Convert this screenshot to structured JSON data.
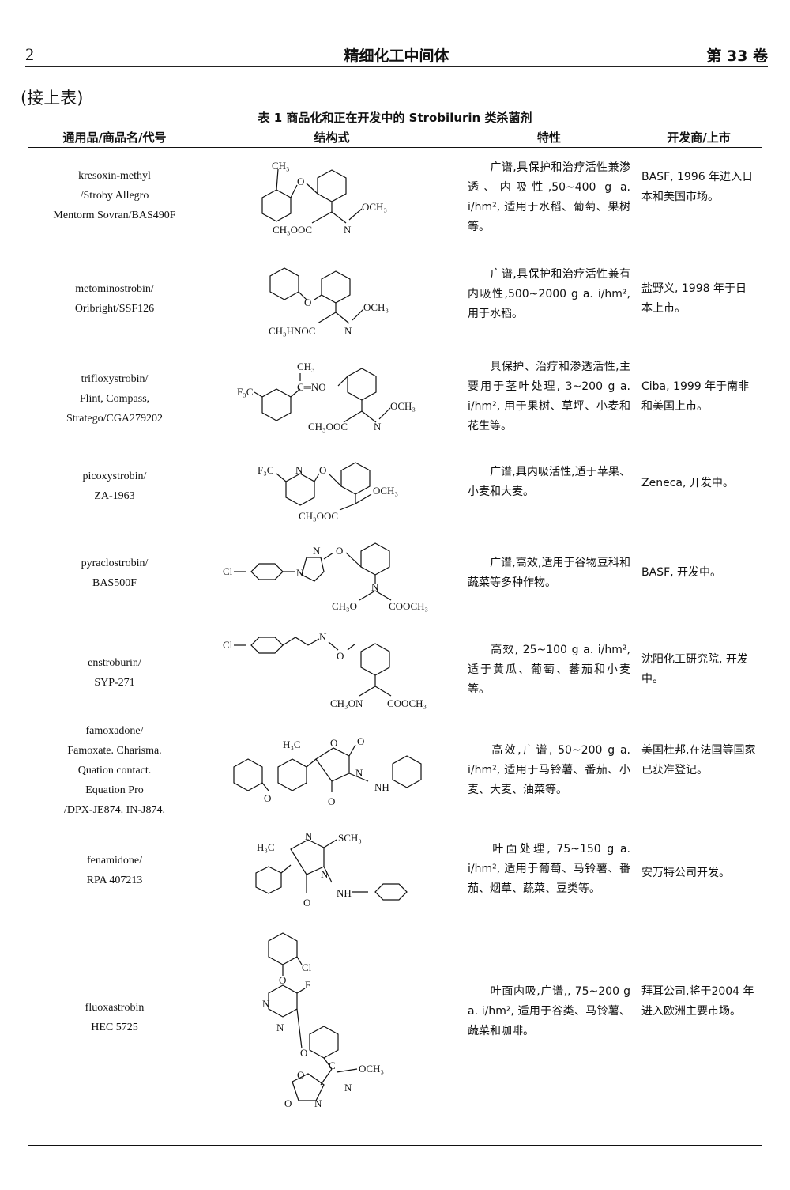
{
  "header": {
    "page_number": "2",
    "journal": "精细化工中间体",
    "volume": "第 33 卷"
  },
  "continued_label": "(接上表)",
  "table": {
    "caption": "表 1   商品化和正在开发中的 Strobilurin 类杀菌剂",
    "columns": [
      "通用品/商品名/代号",
      "结构式",
      "特性",
      "开发商/上市"
    ],
    "rows": [
      {
        "name_lines": [
          "kresoxin-methyl",
          "/Stroby Allegro",
          "Mentorm Sovran/BAS490F"
        ],
        "property": "广谱,具保护和治疗活性兼渗透、内吸性,50~400 g a. i/hm², 适用于水稻、葡萄、果树等。",
        "developer": "BASF, 1996 年进入日本和美国市场。",
        "labels": {
          "a": "CH₃",
          "b": "O",
          "c": "OCH₃",
          "d": "CH₃OOC",
          "e": "N"
        }
      },
      {
        "name_lines": [
          "metominostrobin/",
          "Oribright/SSF126"
        ],
        "property": "广谱,具保护和治疗活性兼有内吸性,500~2000 g a. i/hm², 用于水稻。",
        "developer": "盐野义, 1998 年于日本上市。",
        "labels": {
          "a": "O",
          "b": "OCH₃",
          "c": "CH₃HNOC",
          "d": "N"
        }
      },
      {
        "name_lines": [
          "trifloxystrobin/",
          "Flint, Compass,",
          "Stratego/CGA279202"
        ],
        "property": "具保护、治疗和渗透活性,主要用于茎叶处理, 3~200 g a. i/hm², 用于果树、草坪、小麦和花生等。",
        "developer": "Ciba, 1999 年于南非和美国上市。",
        "labels": {
          "a": "CH₃",
          "b": "F₃C",
          "c": "C═NO",
          "d": "OCH₃",
          "e": "CH₃OOC",
          "f": "N"
        }
      },
      {
        "name_lines": [
          "picoxystrobin/",
          "ZA-1963"
        ],
        "property": "广谱,具内吸活性,适于苹果、小麦和大麦。",
        "developer": "Zeneca, 开发中。",
        "labels": {
          "a": "F₃C",
          "b": "N",
          "c": "O",
          "d": "OCH₃",
          "e": "CH₃OOC"
        }
      },
      {
        "name_lines": [
          "pyraclostrobin/",
          "BAS500F"
        ],
        "property": "广谱,高效,适用于谷物豆科和蔬菜等多种作物。",
        "developer": "BASF, 开发中。",
        "labels": {
          "a": "Cl",
          "b": "N",
          "c": "N",
          "d": "O",
          "e": "N",
          "f": "CH₃O",
          "g": "COOCH₃"
        }
      },
      {
        "name_lines": [
          "enstroburin/",
          "SYP-271"
        ],
        "property": "高效, 25~100 g a. i/hm², 适于黄瓜、葡萄、蕃茄和小麦等。",
        "developer": "沈阳化工研究院, 开发中。",
        "labels": {
          "a": "Cl",
          "b": "N",
          "c": "O",
          "d": "CH₃ON",
          "e": "COOCH₃"
        }
      },
      {
        "name_lines": [
          "famoxadone/",
          "Famoxate. Charisma.",
          "Quation contact.",
          "Equation Pro",
          "/DPX-JE874. IN-J874."
        ],
        "property": "高效,广谱, 50~200 g a. i/hm², 适用于马铃薯、番茄、小麦、大麦、油菜等。",
        "developer": "美国杜邦,在法国等国家已获准登记。",
        "labels": {
          "a": "H₃C",
          "b": "O",
          "c": "O",
          "d": "N",
          "e": "NH",
          "f": "O",
          "g": "O"
        }
      },
      {
        "name_lines": [
          "fenamidone/",
          "RPA 407213"
        ],
        "property": "叶面处理, 75~150 g a. i/hm², 适用于葡萄、马铃薯、番茄、烟草、蔬菜、豆类等。",
        "developer": "安万特公司开发。",
        "labels": {
          "a": "H₃C",
          "b": "N",
          "c": "SCH₃",
          "d": "N",
          "e": "NH",
          "f": "O"
        }
      },
      {
        "name_lines": [
          "fluoxastrobin",
          "HEC 5725"
        ],
        "property": "叶面内吸,广谱,, 75~200 g a. i/hm², 适用于谷类、马铃薯、蔬菜和咖啡。",
        "developer": "拜耳公司,将于2004 年进入欧洲主要市场。",
        "labels": {
          "a": "Cl",
          "b": "O",
          "c": "F",
          "d": "N",
          "e": "N",
          "f": "O",
          "g": "C",
          "h": "OCH₃",
          "i": "O",
          "j": "O",
          "k": "N",
          "l": "N"
        }
      }
    ]
  }
}
